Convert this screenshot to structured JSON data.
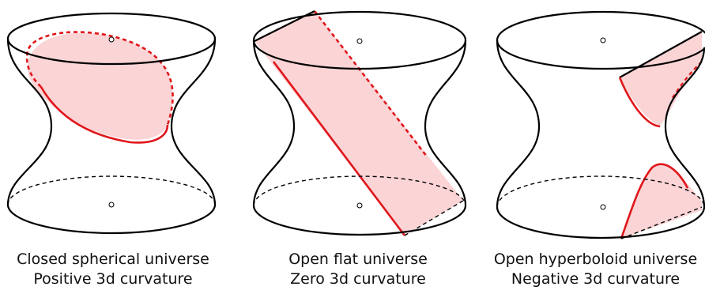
{
  "panels": [
    {
      "caption_line1": "Closed spherical universe",
      "caption_line2": "Positive 3d curvature"
    },
    {
      "caption_line1": "Open flat universe",
      "caption_line2": "Zero 3d curvature"
    },
    {
      "caption_line1": "Open hyperboloid universe",
      "caption_line2": "Negative 3d curvature"
    }
  ],
  "colors": {
    "outline": "#000000",
    "section_stroke": "#e0161b",
    "section_fill": "#fbd4d6"
  }
}
